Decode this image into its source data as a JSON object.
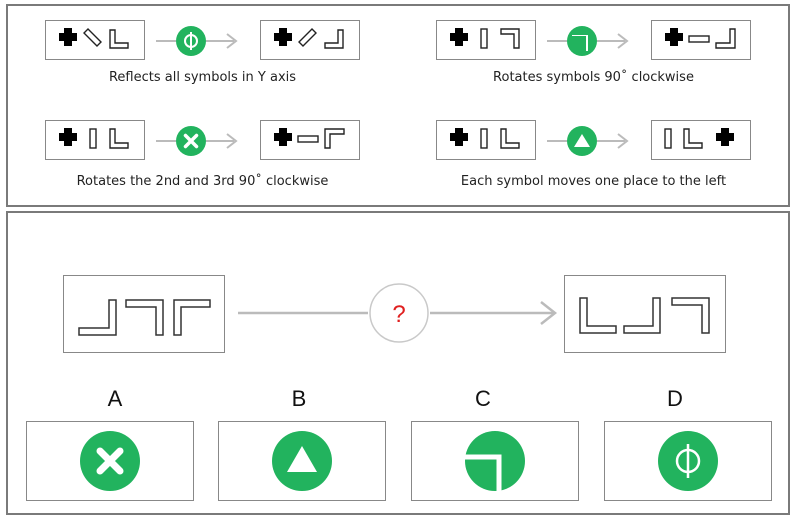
{
  "accent_color": "#22b35e",
  "rules": [
    {
      "id": "phi",
      "icon": "phi-icon",
      "caption": "Reflects all symbols in Y axis"
    },
    {
      "id": "corner",
      "icon": "green-corner-icon",
      "caption": "Rotates symbols 90˚ clockwise"
    },
    {
      "id": "cross",
      "icon": "x-cross-icon",
      "caption": "Rotates the 2nd and 3rd 90˚ clockwise"
    },
    {
      "id": "triangle",
      "icon": "triangle-icon",
      "caption": "Each symbol moves one place to the left"
    }
  ],
  "puzzle": {
    "question_mark": "?"
  },
  "options": [
    {
      "letter": "A",
      "icon": "x-cross-icon"
    },
    {
      "letter": "B",
      "icon": "triangle-icon"
    },
    {
      "letter": "C",
      "icon": "green-corner-icon"
    },
    {
      "letter": "D",
      "icon": "phi-icon"
    }
  ]
}
